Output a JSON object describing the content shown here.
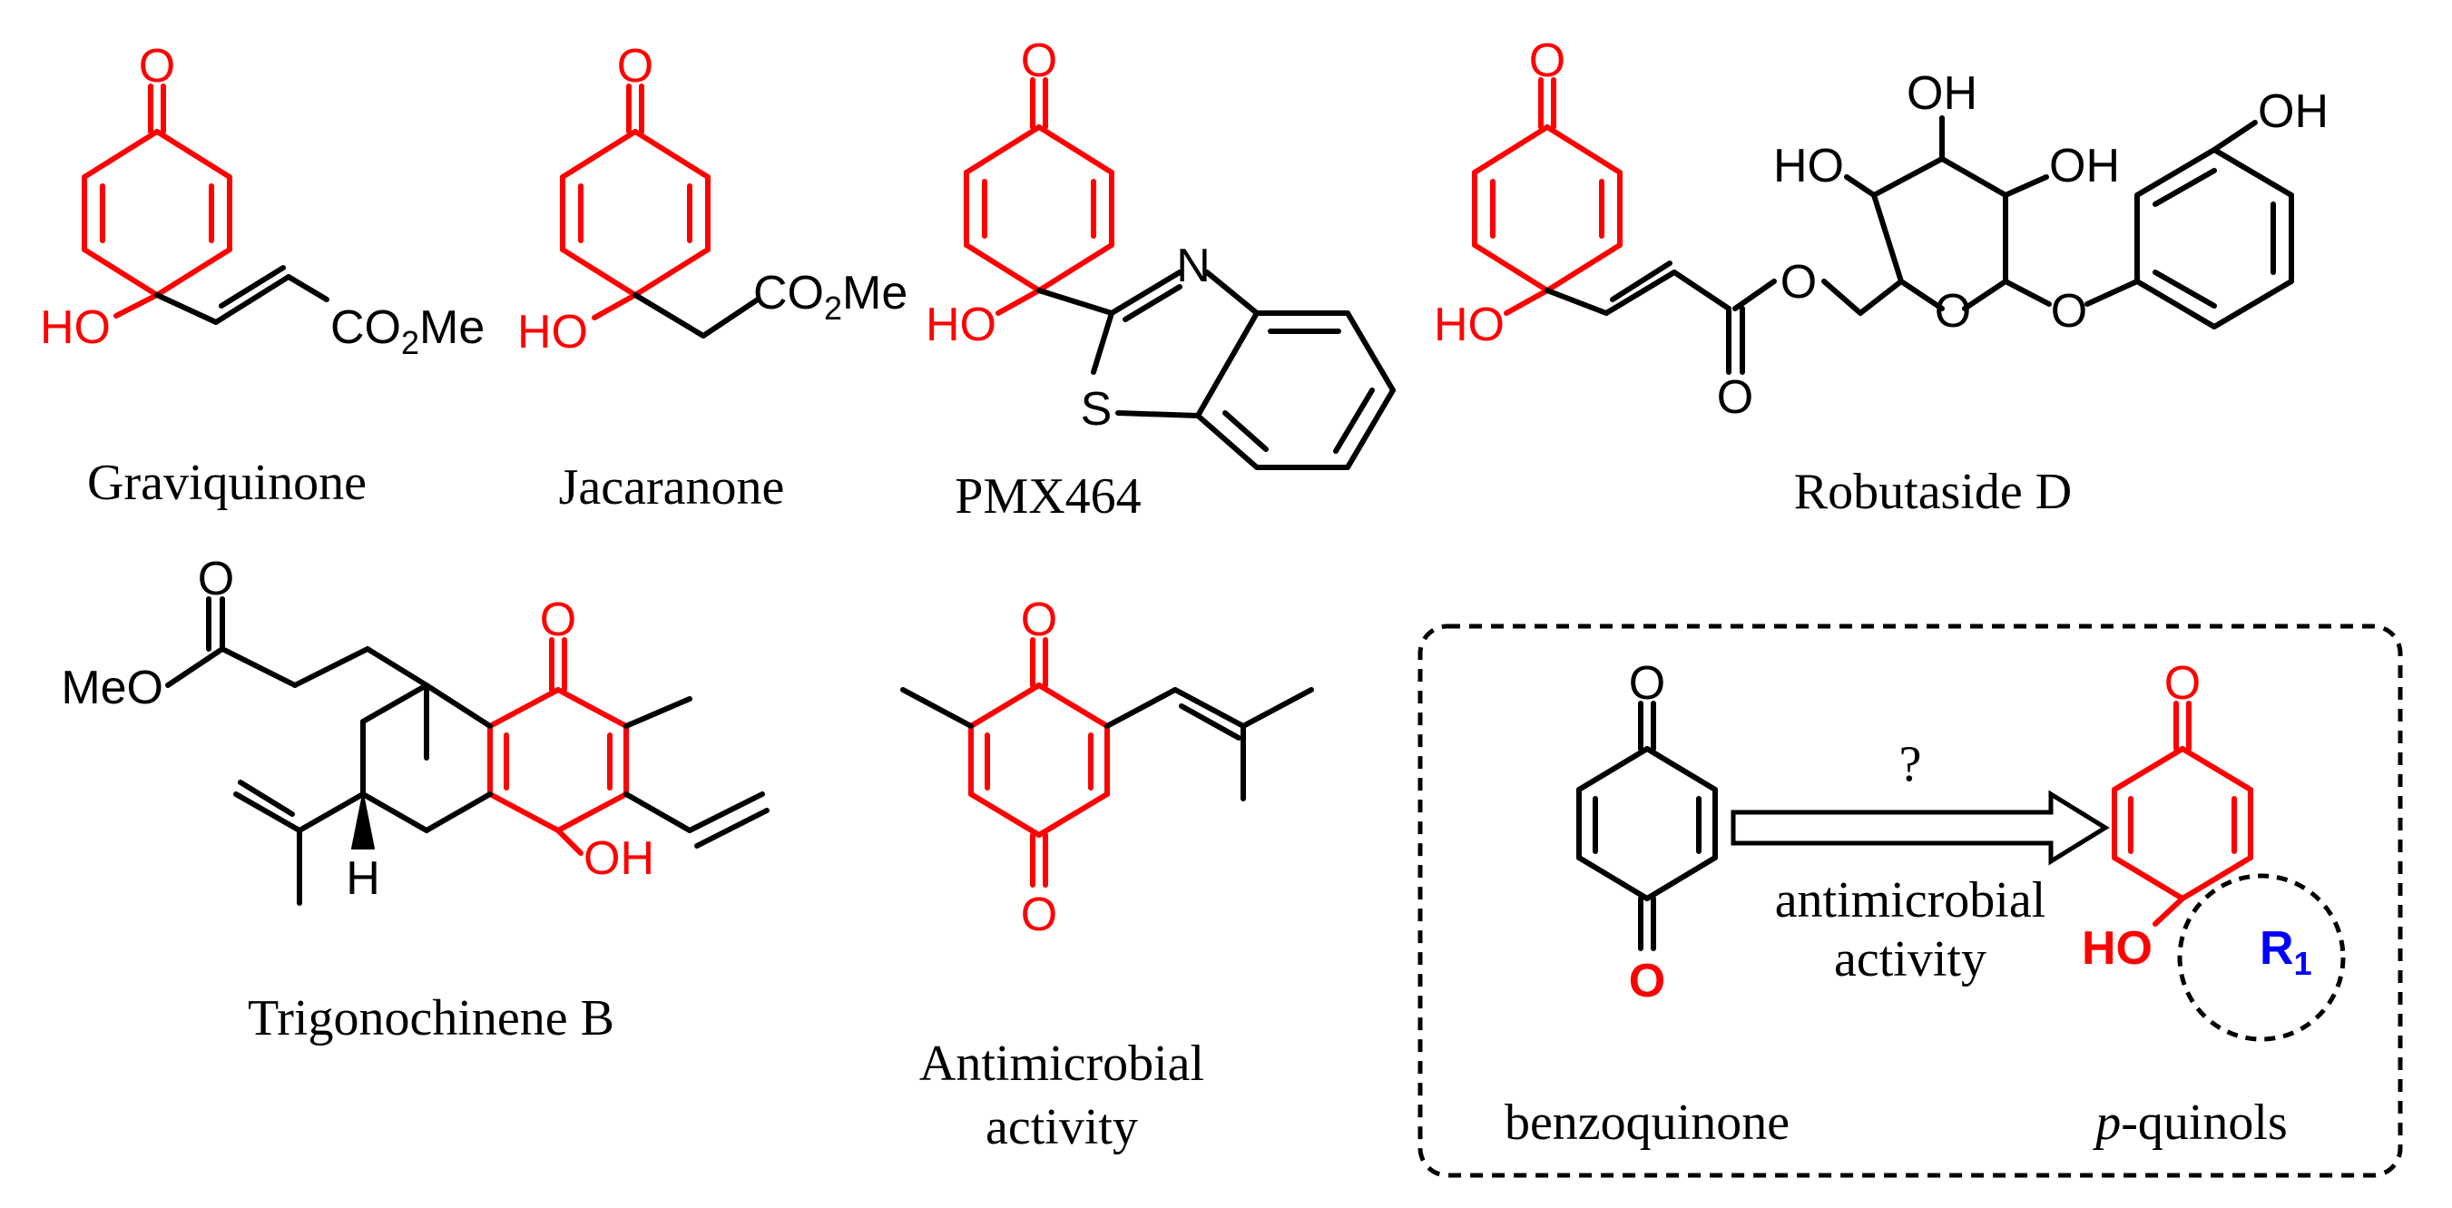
{
  "colors": {
    "highlight": "#ff0000",
    "substituent": "#0000ff",
    "ink": "#000000"
  },
  "captions": {
    "graviquinone": "Graviquinone",
    "jacaranone": "Jacaranone",
    "pmx464": "PMX464",
    "robutaside": "Robutaside D",
    "trigonochinene": "Trigonochinene B",
    "antimicrobial_line1": "Antimicrobial",
    "antimicrobial_line2": "activity",
    "benzoquinone": "benzoquinone",
    "pquinols_italic": "p",
    "pquinols_rest": "-quinols"
  },
  "labels": {
    "O": "O",
    "HO": "HO",
    "OH": "OH",
    "N": "N",
    "S": "S",
    "H": "H",
    "CO": "CO",
    "sub2": "2",
    "Me": "Me",
    "MeO": "MeO",
    "R": "R",
    "sub1": "1"
  },
  "arrow": {
    "question": "?",
    "label_line1": "antimicrobial",
    "label_line2": "activity"
  }
}
